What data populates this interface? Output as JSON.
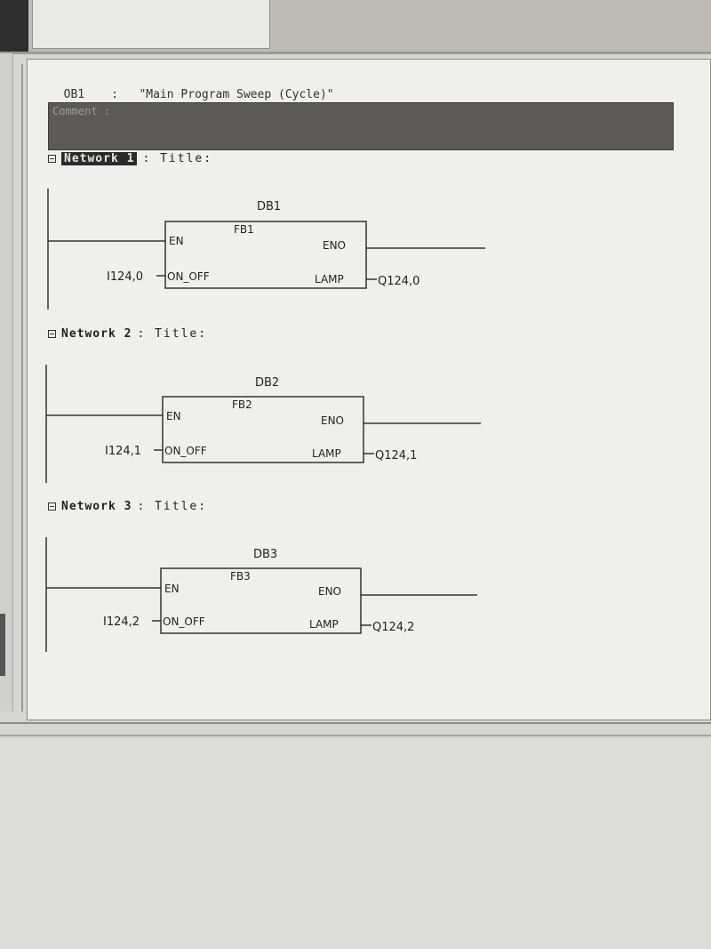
{
  "block": {
    "name": "OB1",
    "separator": ":",
    "title": "\"Main Program Sweep (Cycle)\""
  },
  "comment": {
    "label": "Comment :"
  },
  "networks": [
    {
      "label": "Network 1",
      "title_label": ": Title:",
      "db": "DB1",
      "fb": "FB1",
      "en": "EN",
      "eno": "ENO",
      "in_pin": "ON_OFF",
      "out_pin": "LAMP",
      "input": "I124,0",
      "output": "Q124,0"
    },
    {
      "label": "Network 2",
      "title_label": ": Title:",
      "db": "DB2",
      "fb": "FB2",
      "en": "EN",
      "eno": "ENO",
      "in_pin": "ON_OFF",
      "out_pin": "LAMP",
      "input": "I124,1",
      "output": "Q124,1"
    },
    {
      "label": "Network 3",
      "title_label": ": Title:",
      "db": "DB3",
      "fb": "FB3",
      "en": "EN",
      "eno": "ENO",
      "in_pin": "ON_OFF",
      "out_pin": "LAMP",
      "input": "I124,2",
      "output": "Q124,2"
    }
  ]
}
